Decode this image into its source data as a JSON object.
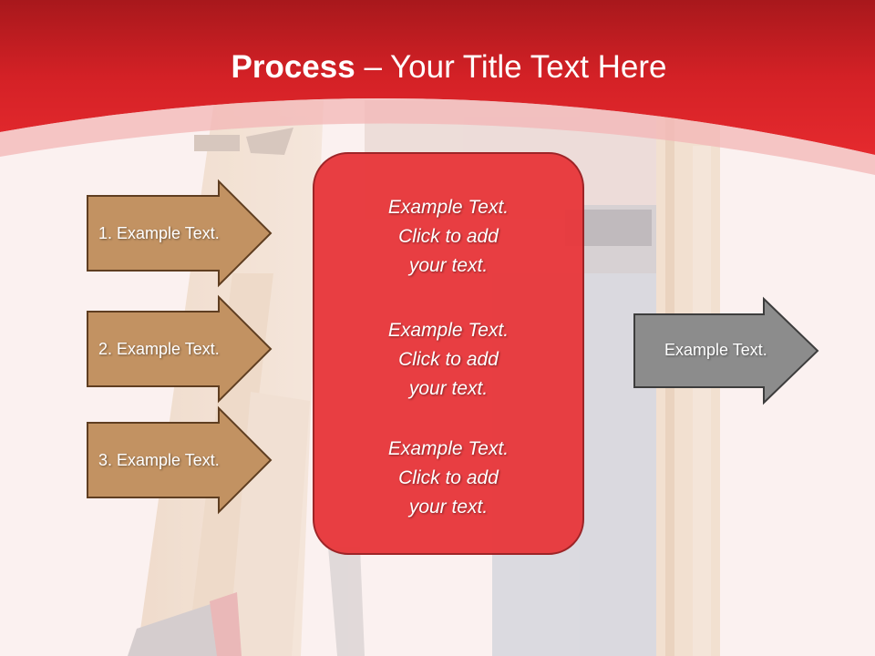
{
  "slide": {
    "title_bold": "Process",
    "title_rest": " – Your Title Text Here"
  },
  "left_arrows": [
    {
      "label": "1. Example Text."
    },
    {
      "label": "2. Example Text."
    },
    {
      "label": "3. Example Text."
    }
  ],
  "center_box": {
    "paragraphs": [
      {
        "line1": "Example Text.",
        "line2": "Click  to add",
        "line3": "your text."
      },
      {
        "line1": "Example Text.",
        "line2": "Click  to add",
        "line3": "your text."
      },
      {
        "line1": "Example Text.",
        "line2": "Click  to add",
        "line3": "your text."
      }
    ]
  },
  "right_arrow": {
    "label": "Example Text."
  },
  "colors": {
    "header_red": "#d42126",
    "center_box_fill": "#e8393d",
    "left_arrow_fill": "#c29262",
    "right_arrow_fill": "#8c8c8c",
    "background": "#fbf1ef"
  }
}
